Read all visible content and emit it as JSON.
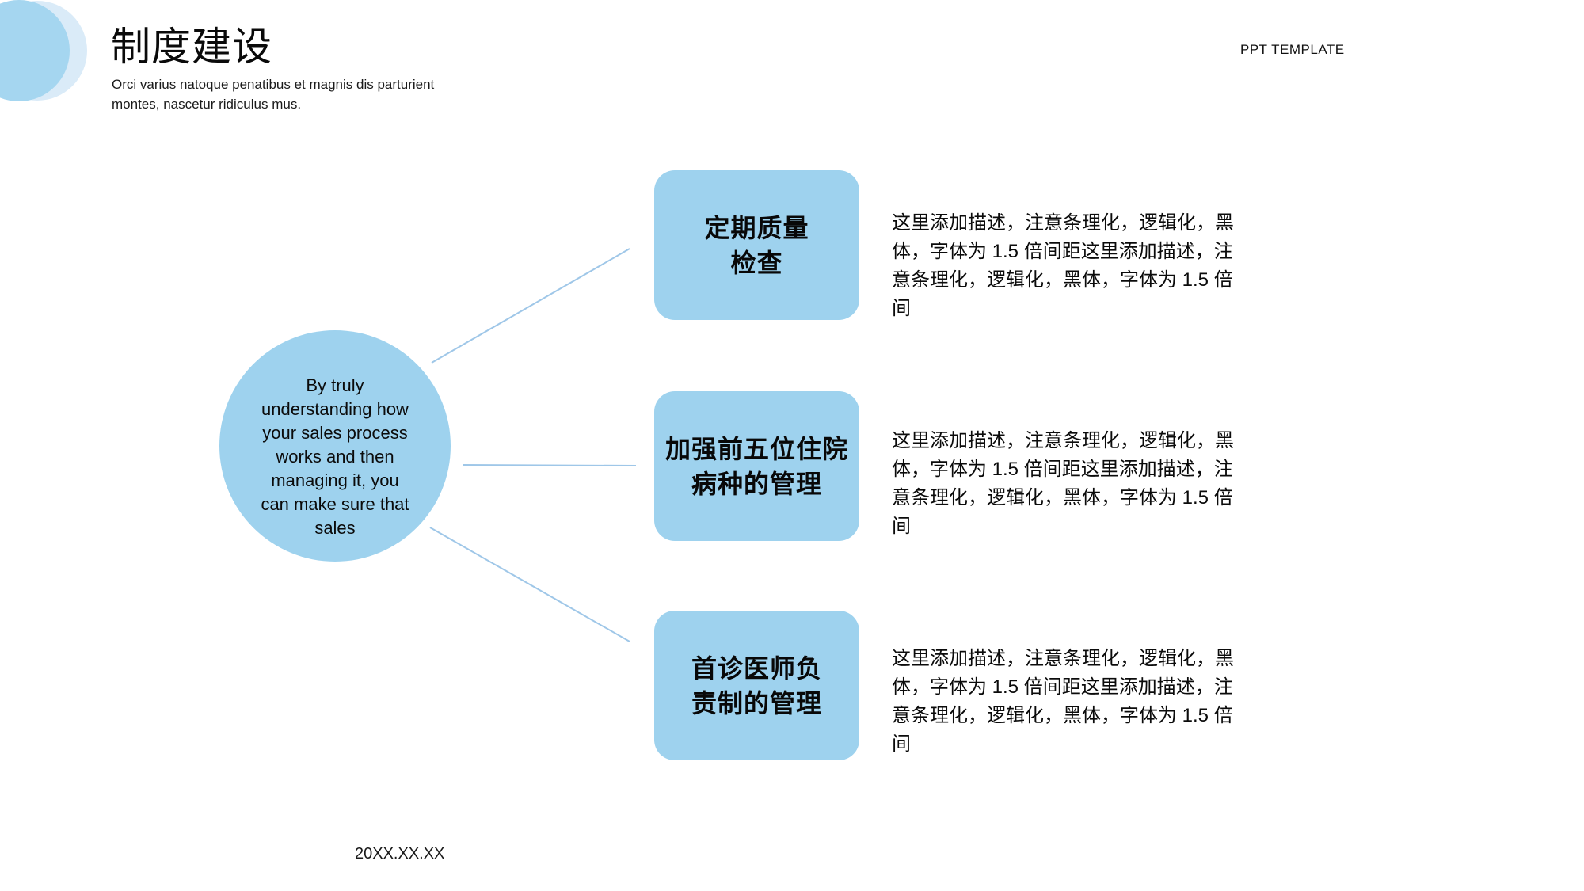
{
  "slide": {
    "title": "制度建设",
    "subtitle": "Orci varius natoque penatibus et magnis dis parturient montes, nascetur ridiculus mus.",
    "subtitle_lines": [
      "Orci varius natoque penatibus et magnis dis parturient",
      "montes, nascetur ridiculus mus."
    ],
    "watermark": "PPT TEMPLATE",
    "date": "20XX.XX.XX"
  },
  "center_circle": {
    "text": "By truly understanding how your sales process works and then managing it, you can make sure that sales",
    "lines": [
      "By truly",
      "understanding how",
      "your sales process",
      "works and then",
      "managing it, you",
      "can make sure that",
      "sales"
    ]
  },
  "items": [
    {
      "title": "定期质量检查",
      "title_lines": [
        "定期质量",
        "检查"
      ],
      "description": "这里添加描述，注意条理化，逻辑化，黑体，字体为 1.5 倍间距这里添加描述，注意条理化，逻辑化，黑体，字体为 1.5 倍间",
      "description_lines": [
        "这里添加描述，注意条理化，逻辑化，黑",
        "体，字体为 1.5 倍间距这里添加描述，注",
        "意条理化，逻辑化，黑体，字体为 1.5 倍",
        "间"
      ]
    },
    {
      "title": "加强前五位住院病种的管理",
      "title_lines": [
        "加强前五位住院",
        "病种的管理"
      ],
      "description": "这里添加描述，注意条理化，逻辑化，黑体，字体为 1.5 倍间距这里添加描述，注意条理化，逻辑化，黑体，字体为 1.5 倍间",
      "description_lines": [
        "这里添加描述，注意条理化，逻辑化，黑",
        "体，字体为 1.5 倍间距这里添加描述，注",
        "意条理化，逻辑化，黑体，字体为 1.5 倍",
        "间"
      ]
    },
    {
      "title": "首诊医师负责制的管理",
      "title_lines": [
        "首诊医师负",
        "责制的管理"
      ],
      "description": "这里添加描述，注意条理化，逻辑化，黑体，字体为 1.5 倍间距这里添加描述，注意条理化，逻辑化，黑体，字体为 1.5 倍间",
      "description_lines": [
        "这里添加描述，注意条理化，逻辑化，黑",
        "体，字体为 1.5 倍间距这里添加描述，注",
        "意条理化，逻辑化，黑体，字体为 1.5 倍",
        "间"
      ]
    }
  ],
  "colors": {
    "shape_fill": "#9ed2ee",
    "connector": "#9fc7e8",
    "corner_front": "#a5d6f0",
    "corner_back": "#daebf8"
  }
}
